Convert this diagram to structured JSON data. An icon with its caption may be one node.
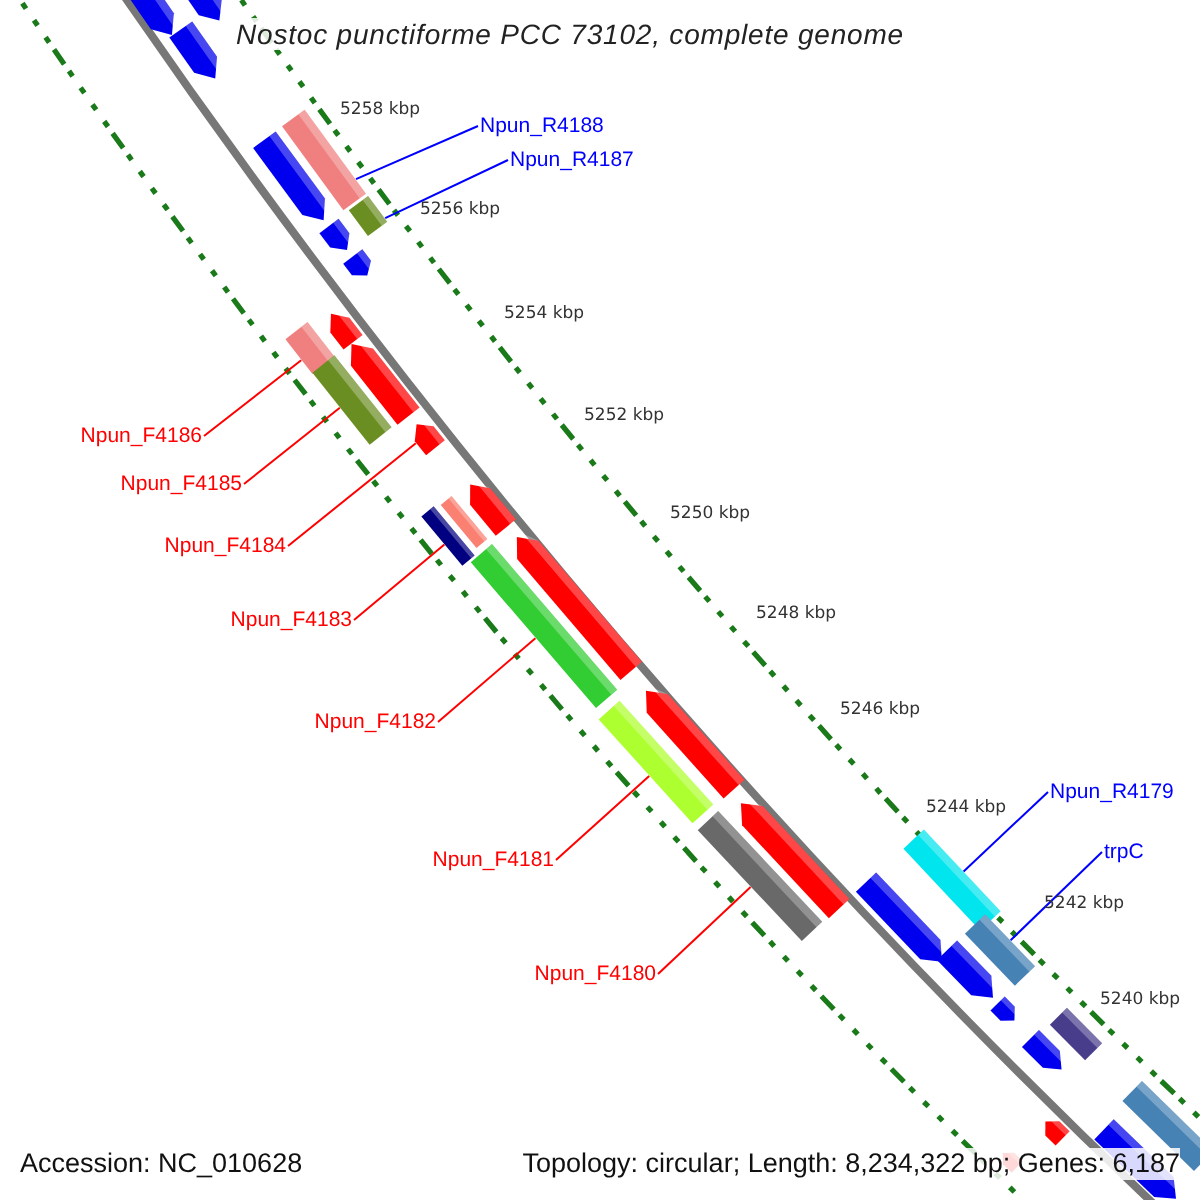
{
  "diagram": {
    "title": "Nostoc punctiforme PCC 73102, complete genome",
    "nodes": [
      {
        "text": [
          "Npun_R4188"
        ]
      },
      {
        "text": [
          "Npun_R4187"
        ]
      },
      {
        "text": [
          "Npun_F4186"
        ]
      },
      {
        "text": [
          "Npun_F4185"
        ]
      },
      {
        "text": [
          "Npun_F4184"
        ]
      },
      {
        "text": [
          "Npun_F4183"
        ]
      },
      {
        "text": [
          "Npun_F4182"
        ]
      },
      {
        "text": [
          "Npun_F4181"
        ]
      },
      {
        "text": [
          "Npun_F4180"
        ]
      },
      {
        "text": [
          "Npun_R4179"
        ]
      },
      {
        "text": [
          "trpC"
        ]
      },
      {
        "text": [],
        "shape": "bar"
      },
      {
        "text": [],
        "shape": "bar"
      },
      {
        "text": [],
        "shape": "bar"
      },
      {
        "text": [],
        "shape": "bar"
      },
      {
        "text": [],
        "shape": "bar"
      },
      {
        "text": [],
        "shape": "bar"
      },
      {
        "text": [],
        "shape": "bar"
      },
      {
        "text": [],
        "shape": "bar"
      },
      {
        "text": [],
        "shape": "bar"
      },
      {
        "text": [],
        "shape": "bar"
      },
      {
        "text": [],
        "shape": "bar"
      },
      {
        "text": [],
        "shape": "bar"
      }
    ],
    "edges": [
      {
        "from": 0,
        "to": 11,
        "arrow": "none",
        "color": "#0000ff"
      },
      {
        "from": 1,
        "to": 12,
        "arrow": "none",
        "color": "#0000ff"
      },
      {
        "from": 2,
        "to": 14,
        "arrow": "none"
      },
      {
        "from": 3,
        "to": 15,
        "arrow": "none"
      },
      {
        "from": 4,
        "to": 16,
        "arrow": "none"
      },
      {
        "from": 5,
        "to": 17,
        "arrow": "none"
      },
      {
        "from": 6,
        "to": 18,
        "arrow": "none"
      },
      {
        "from": 7,
        "to": 19,
        "arrow": "none"
      },
      {
        "from": 8,
        "to": 20,
        "arrow": "none"
      },
      {
        "from": 9,
        "to": 21,
        "arrow": "none",
        "color": "#0000ff"
      },
      {
        "from": 10,
        "to": 22,
        "arrow": "none",
        "color": "#0000ff"
      }
    ],
    "labels": [
      "5258 kbp",
      "5256 kbp",
      "5254 kbp",
      "5252 kbp",
      "5250 kbp",
      "5248 kbp",
      "5246 kbp",
      "5244 kbp",
      "5242 kbp",
      "5240 kbp",
      "Accession: NC_010628",
      "Topology: circular; Length: 8,234,322 bp; Genes: 6,187"
    ]
  }
}
